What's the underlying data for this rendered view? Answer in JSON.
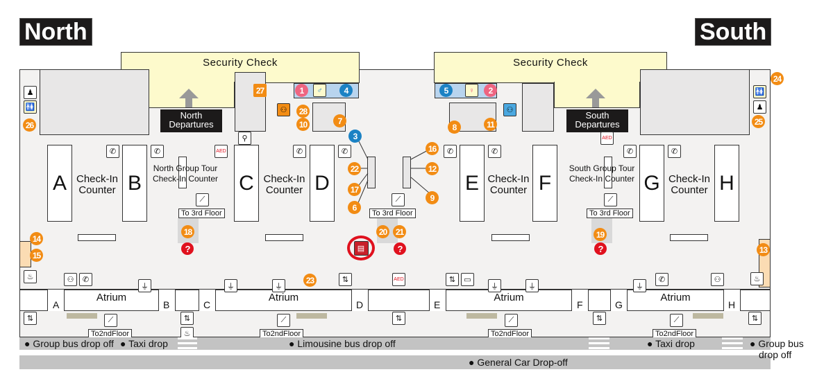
{
  "directions": {
    "north": "North",
    "south": "South"
  },
  "security": {
    "north": "Security Check",
    "south": "Security Check"
  },
  "departures": {
    "north_line1": "North",
    "north_line2": "Departures",
    "south_line1": "South",
    "south_line2": "Departures"
  },
  "counters": {
    "A": "A",
    "B": "B",
    "C": "C",
    "D": "D",
    "E": "E",
    "F": "F",
    "G": "G",
    "H": "H"
  },
  "checkin": {
    "line1": "Check-In",
    "line2": "Counter"
  },
  "group_tour": {
    "north_line1": "North Group Tour",
    "north_line2": "Check-In Counter",
    "south_line1": "South Group Tour",
    "south_line2": "Check-In Counter"
  },
  "escalator_labels": {
    "to_third": "To 3rd Floor",
    "to_second": "To2ndFloor"
  },
  "atrium": "Atrium",
  "entrance_letters": [
    "A",
    "B",
    "C",
    "D",
    "E",
    "F",
    "G",
    "H"
  ],
  "roads": {
    "group_bus": "Group bus drop off",
    "taxi": "Taxi drop",
    "limousine": "Limousine bus drop off",
    "general": "General Car Drop-off",
    "group_bus_line1": "Group bus",
    "group_bus_line2": "drop off"
  },
  "pins": {
    "p1": "1",
    "p2": "2",
    "p3": "3",
    "p4": "4",
    "p5": "5",
    "p6": "6",
    "p7": "7",
    "p8": "8",
    "p9": "9",
    "p10": "10",
    "p11": "11",
    "p12": "12",
    "p13": "13",
    "p14": "14",
    "p15": "15",
    "p16": "16",
    "p17": "17",
    "p18": "18",
    "p19": "19",
    "p20": "20",
    "p21": "21",
    "p22": "22",
    "p23": "23",
    "p24": "24",
    "p25": "25",
    "p26": "26",
    "p27": "27",
    "p28": "28"
  },
  "icons": {
    "phone": "✆",
    "aed": "AED",
    "info": "?",
    "escalator": "⟋",
    "elevator": "⇅",
    "smoking": "♨",
    "power": "⏚",
    "baby": "♟",
    "restroom": "🚻",
    "pc": "▭",
    "meeting": "⚇",
    "water": "⚲",
    "post": "▤"
  },
  "colors": {
    "pin_orange": "#f28c14",
    "pin_blue": "#1b82c4",
    "pin_pink": "#ee6581",
    "info_red": "#e0111e",
    "security_yellow": "#fdfacc"
  }
}
